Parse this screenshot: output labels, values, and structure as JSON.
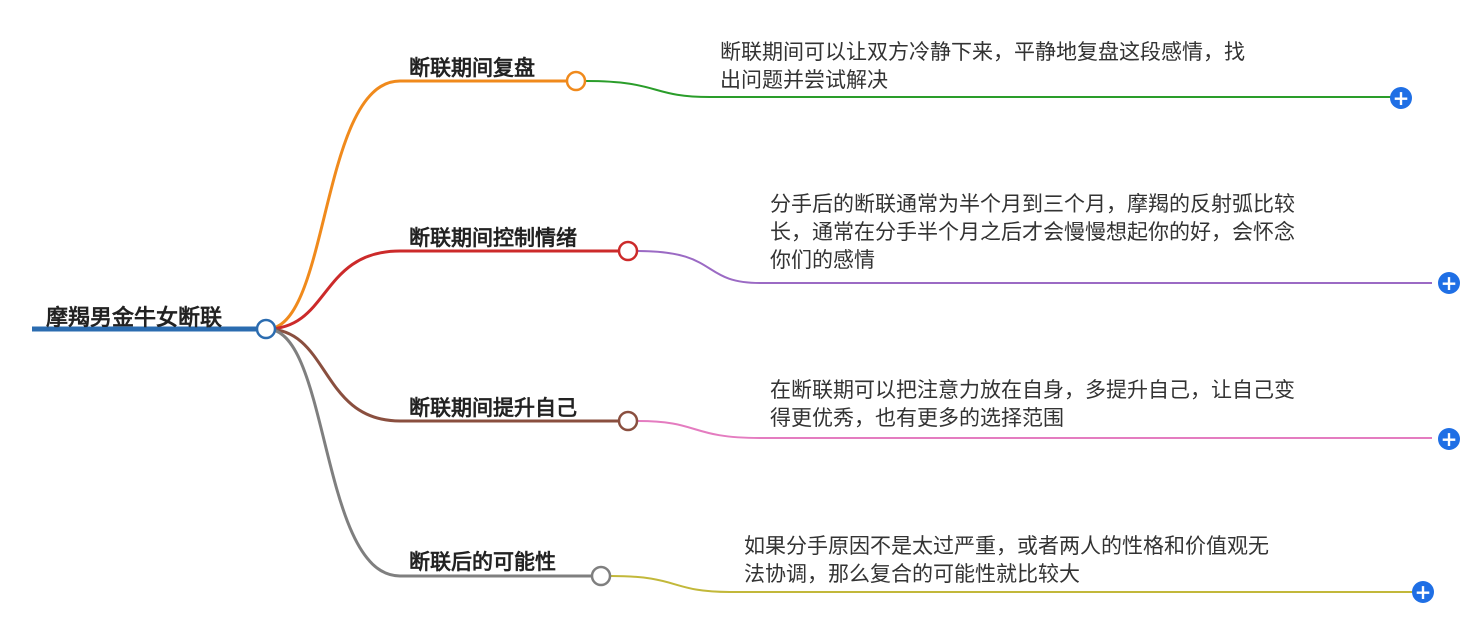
{
  "root": {
    "label": "摩羯男金牛女断联"
  },
  "branches": [
    {
      "label": "断联期间复盘",
      "color": "#f08a1c",
      "leaf_color": "#2a9d2a",
      "leaf_lines": [
        "断联期间可以让双方冷静下来，平静地复盘这段感情，找",
        "出问题并尝试解决"
      ],
      "expand_icon": "plus-icon"
    },
    {
      "label": "断联期间控制情绪",
      "color": "#cc2a2a",
      "leaf_color": "#9b6ac4",
      "leaf_lines": [
        "分手后的断联通常为半个月到三个月，摩羯的反射弧比较",
        "长，通常在分手半个月之后才会慢慢想起你的好，会怀念",
        "你们的感情"
      ],
      "expand_icon": "plus-icon"
    },
    {
      "label": "断联期间提升自己",
      "color": "#8a4f3f",
      "leaf_color": "#e47cc0",
      "leaf_lines": [
        "在断联期可以把注意力放在自身，多提升自己，让自己变",
        "得更优秀，也有更多的选择范围"
      ],
      "expand_icon": "plus-icon"
    },
    {
      "label": "断联后的可能性",
      "color": "#7f7f7f",
      "leaf_color": "#c2b83a",
      "leaf_lines": [
        "如果分手原因不是太过严重，或者两人的性格和价值观无",
        "法协调，那么复合的可能性就比较大"
      ],
      "expand_icon": "plus-icon"
    }
  ],
  "colors": {
    "root": "#2b6cb0",
    "expand_button": "#1f6fe5"
  }
}
